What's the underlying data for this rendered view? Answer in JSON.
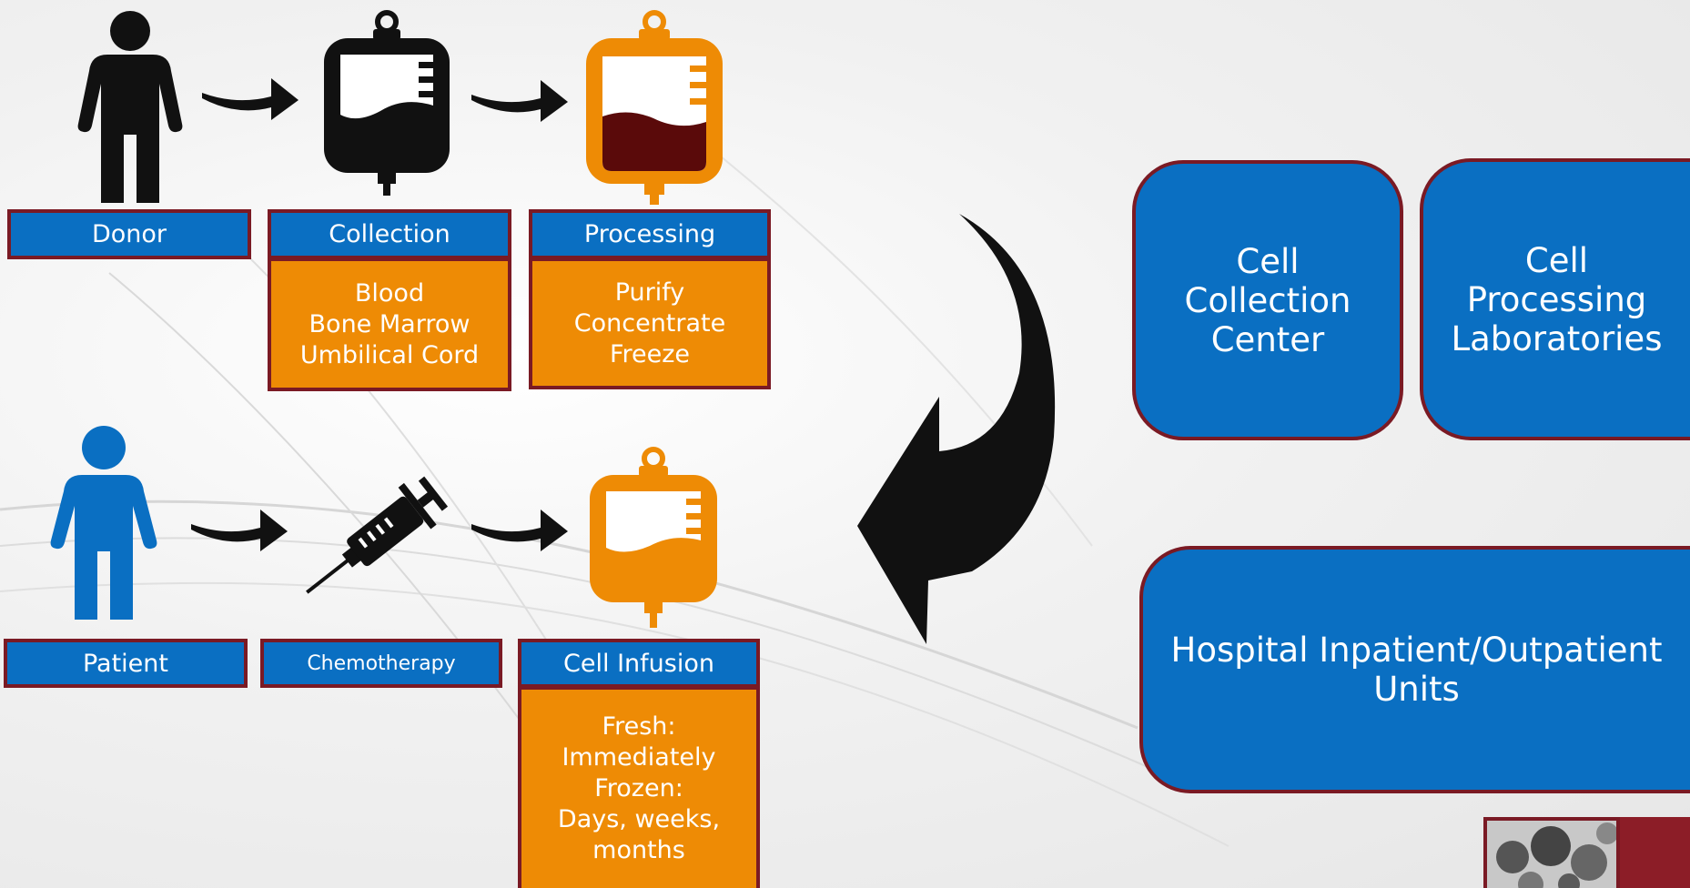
{
  "steps_top": [
    {
      "label": "Donor",
      "icon": "person-icon"
    },
    {
      "label": "Collection",
      "icon": "blood-bag-icon",
      "details": [
        "Blood",
        "Bone Marrow",
        "Umbilical Cord"
      ]
    },
    {
      "label": "Processing",
      "icon": "processed-blood-bag-icon",
      "details": [
        "Purify",
        "Concentrate",
        "Freeze"
      ]
    }
  ],
  "steps_bottom": [
    {
      "label": "Patient",
      "icon": "patient-icon"
    },
    {
      "label": "Chemotherapy",
      "icon": "syringe-icon"
    },
    {
      "label": "Cell Infusion",
      "icon": "infusion-bag-icon",
      "details": [
        "Fresh:",
        "Immediately",
        "Frozen:",
        "Days, weeks,",
        "months"
      ]
    }
  ],
  "facilities": {
    "collection_center": [
      "Cell",
      "Collection",
      "Center"
    ],
    "processing_labs": [
      "Cell",
      "Processing",
      "Laboratories"
    ],
    "hospital_units": [
      "Hospital Inpatient/Outpatient",
      "Units"
    ]
  },
  "colors": {
    "blue": "#0a6fc2",
    "orange": "#ee8b05",
    "maroon": "#7a1a24",
    "dark_red": "#5a0a0a",
    "black": "#111111"
  },
  "logo": {
    "icon": "cell-photo-logo"
  }
}
